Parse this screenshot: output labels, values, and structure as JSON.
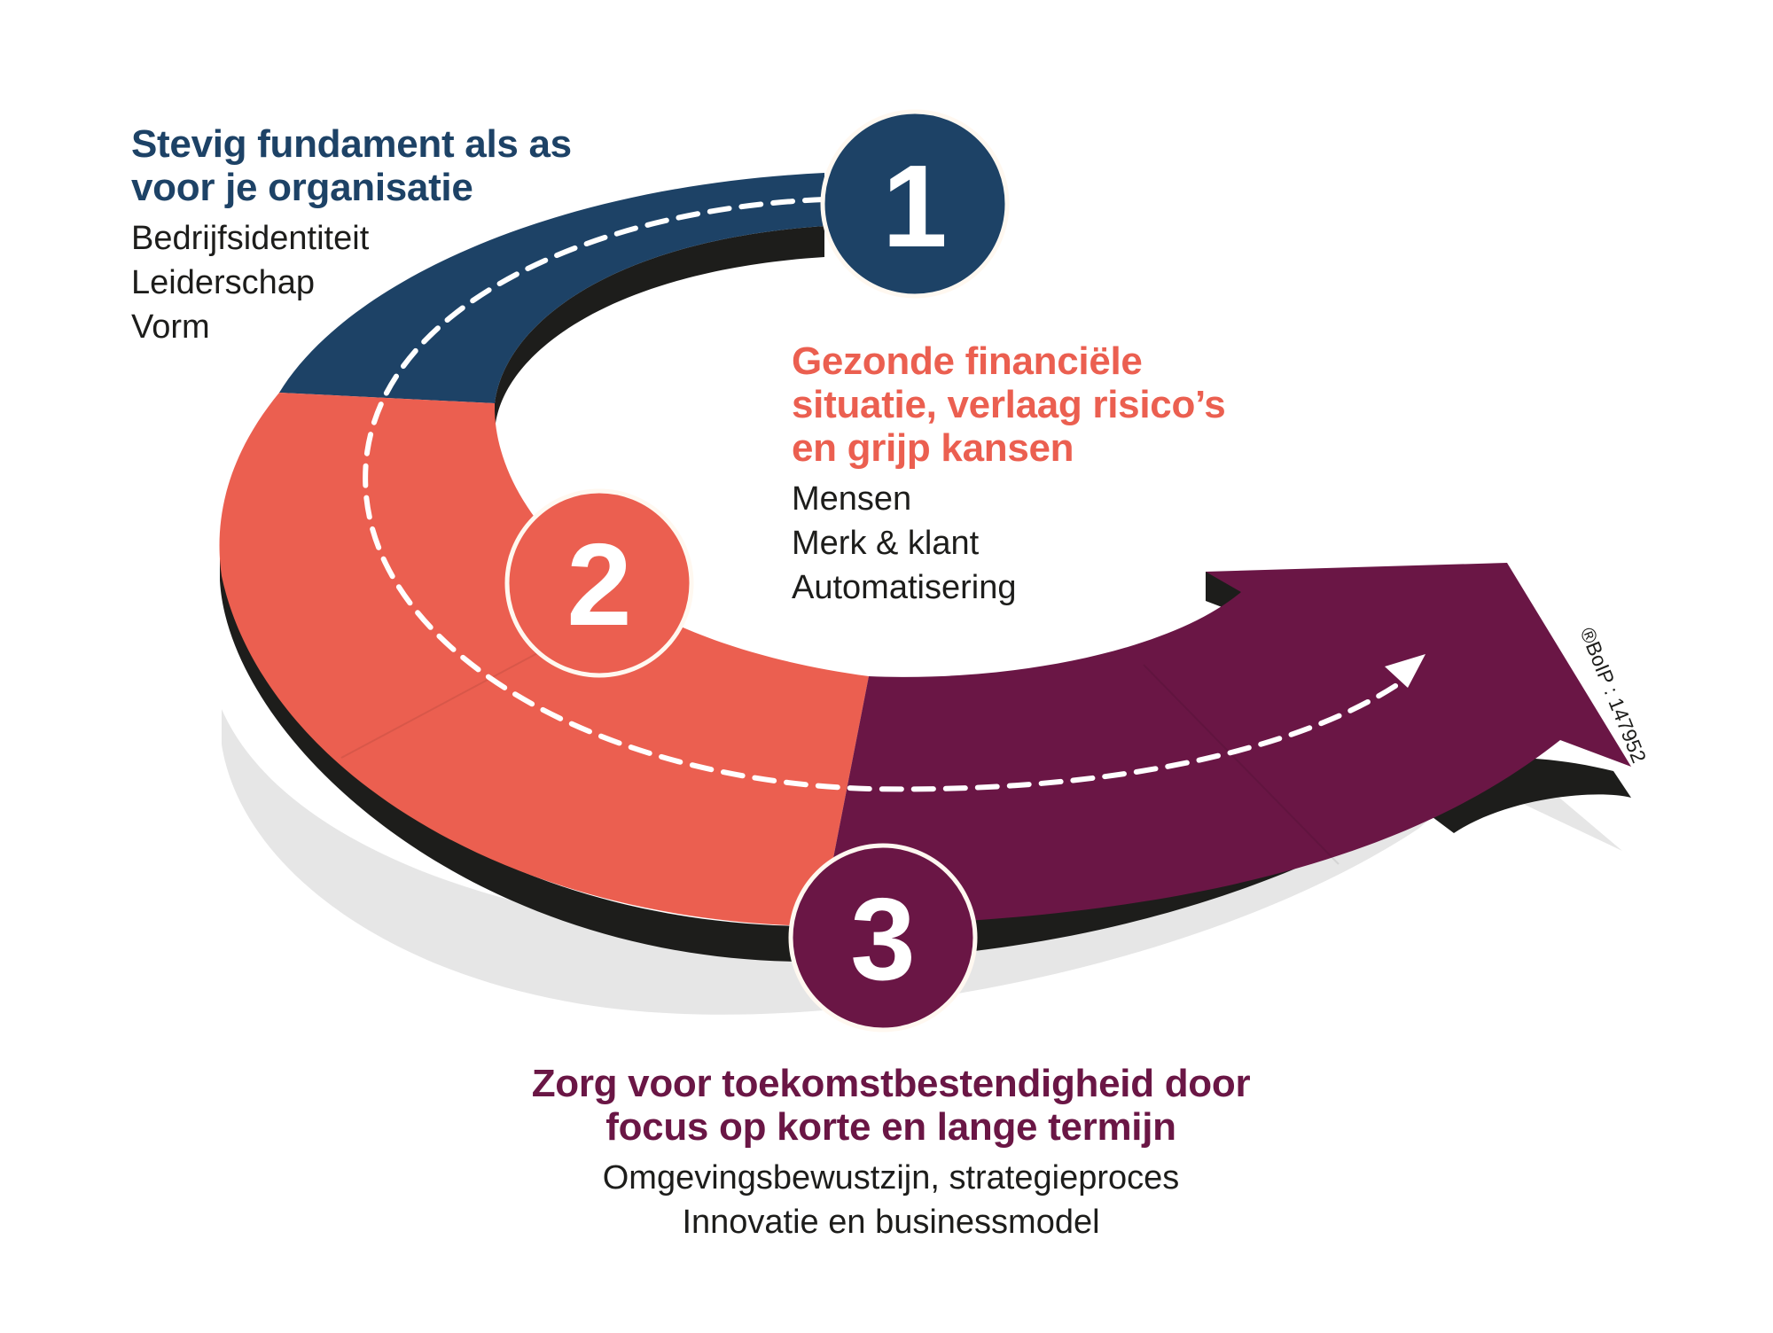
{
  "steps": [
    {
      "number": "1",
      "heading_line1": "Stevig fundament als as",
      "heading_line2": "voor je organisatie",
      "items": [
        "Bedrijfsidentiteit",
        "Leiderschap",
        "Vorm"
      ]
    },
    {
      "number": "2",
      "heading_line1": "Gezonde financiële",
      "heading_line2": "situatie, verlaag risico’s",
      "heading_line3": "en grijp kansen",
      "items": [
        "Mensen",
        "Merk & klant",
        "Automatisering"
      ]
    },
    {
      "number": "3",
      "heading_line1": "Zorg voor toekomstbestendigheid door",
      "heading_line2": "focus op korte en lange termijn",
      "items": [
        "Omgevingsbewustzijn, strategieproces",
        "Innovatie en businessmodel"
      ]
    }
  ],
  "registration": "®BoIP : 147952",
  "colors": {
    "step1": "#1d4266",
    "step2": "#eb5f50",
    "step3": "#6a1645",
    "edge": "#1d1d1b",
    "shadow": "#e6e6e6",
    "text": "#1d1d1b"
  }
}
